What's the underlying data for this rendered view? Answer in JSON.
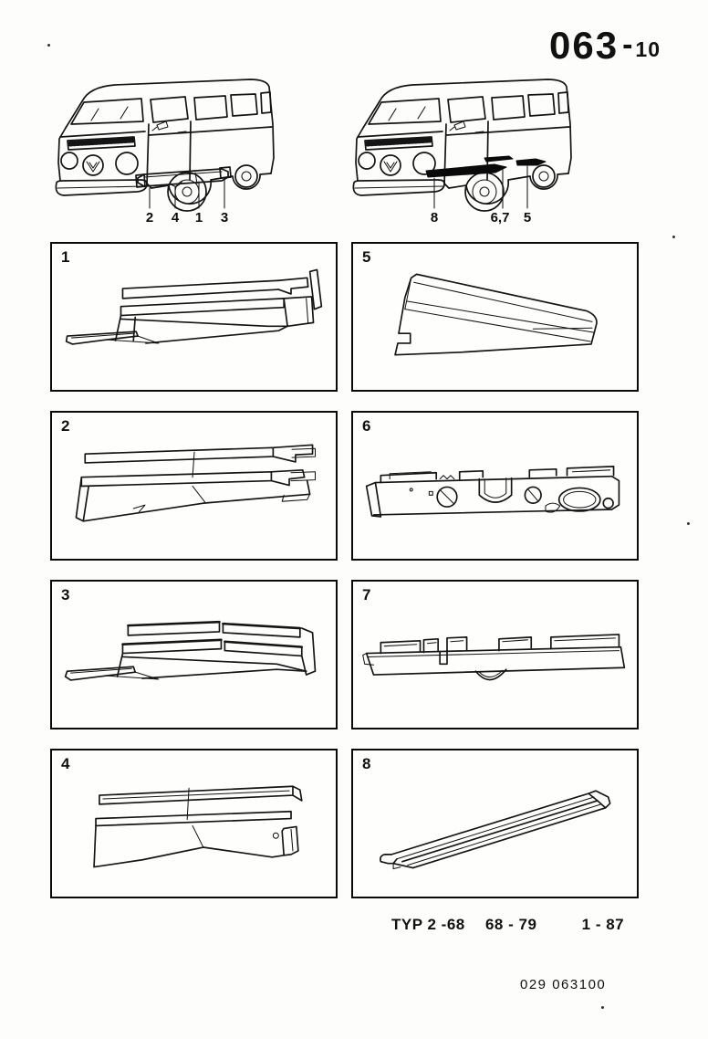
{
  "header": {
    "catalog_number": "063",
    "separator": "-",
    "page_suffix": "10"
  },
  "illustrations": {
    "left_van": {
      "callouts": [
        "2",
        "4",
        "1",
        "3"
      ]
    },
    "right_van": {
      "callouts": [
        "8",
        "6,7",
        "5"
      ]
    }
  },
  "panels": [
    {
      "num": "1"
    },
    {
      "num": "2"
    },
    {
      "num": "3"
    },
    {
      "num": "4"
    },
    {
      "num": "5"
    },
    {
      "num": "6"
    },
    {
      "num": "7"
    },
    {
      "num": "8"
    }
  ],
  "footer": {
    "type_designation": "TYP 2 -68",
    "year_range": "68 - 79",
    "revision_date": "1 - 87",
    "document_code": "029 063100"
  }
}
